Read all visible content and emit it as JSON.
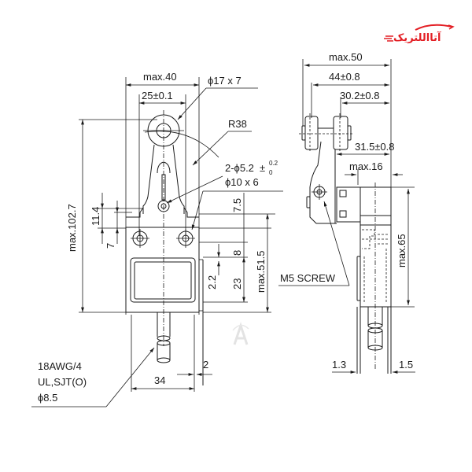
{
  "logo": {
    "text": "آتااللتریک",
    "color": "#e31e24"
  },
  "watermark": {
    "glyph": "A",
    "color": "#d8d8d8"
  },
  "front_view": {
    "dims": {
      "width_max": "max.40",
      "mount_pitch": "25±0.1",
      "roller": "ϕ17 x 7",
      "lever_radius": "R38",
      "mount_hole": "2-ϕ5.2",
      "mount_hole_tol_upper": "0.2",
      "mount_hole_tol_lower": "0",
      "counterbore": "ϕ10 x 6",
      "height_max": "max.102.7",
      "dim_11_4": "11.4",
      "dim_7": "7",
      "dim_7_5": "7.5",
      "dim_8": "8",
      "dim_2_2": "2.2",
      "dim_23": "23",
      "body_height_max": "max.51.5",
      "body_width": "34",
      "dim_2": "2"
    },
    "cable_label": [
      "18AWG/4",
      "UL,SJT(O)",
      "ϕ8.5"
    ]
  },
  "side_view": {
    "dims": {
      "width_max": "max.50",
      "roller_span": "44±0.8",
      "roller_inner": "30.2±0.8",
      "lever_offset": "31.5±0.8",
      "head_width_max": "max.16",
      "body_height_max": "max.65",
      "dim_1_3": "1.3",
      "dim_1_5": "1.5"
    },
    "screw_label": "M5 SCREW"
  }
}
